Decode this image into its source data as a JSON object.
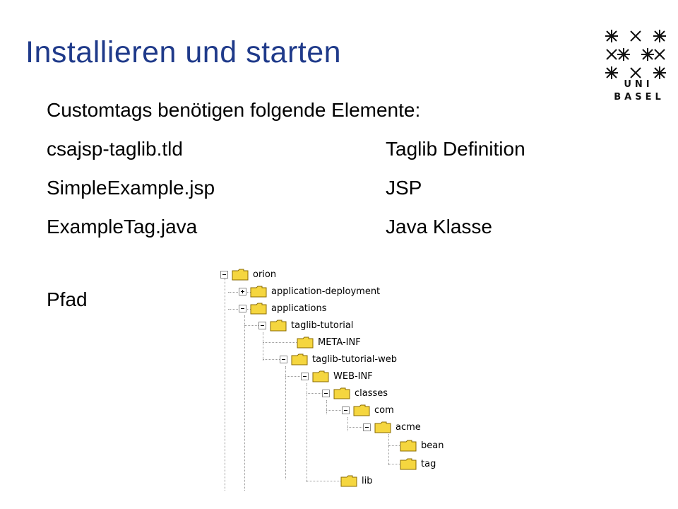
{
  "slide": {
    "title": "Installieren und starten",
    "intro": "Customtags benötigen folgende Elemente:",
    "files": [
      {
        "name": "csajsp-taglib.tld",
        "desc": "Taglib Definition"
      },
      {
        "name": "SimpleExample.jsp",
        "desc": "JSP"
      },
      {
        "name": "ExampleTag.java",
        "desc": "Java Klasse"
      }
    ],
    "path_label": "Pfad"
  },
  "logo": {
    "line1": "UNI",
    "line2": "BASEL"
  },
  "tree": {
    "nodes": [
      {
        "label": "orion",
        "expander": "minus"
      },
      {
        "label": "application-deployment",
        "expander": "plus"
      },
      {
        "label": "applications",
        "expander": "minus"
      },
      {
        "label": "taglib-tutorial",
        "expander": "minus"
      },
      {
        "label": "META-INF",
        "expander": "none"
      },
      {
        "label": "taglib-tutorial-web",
        "expander": "minus"
      },
      {
        "label": "WEB-INF",
        "expander": "minus"
      },
      {
        "label": "classes",
        "expander": "minus"
      },
      {
        "label": "com",
        "expander": "minus"
      },
      {
        "label": "acme",
        "expander": "minus"
      },
      {
        "label": "bean",
        "expander": "none"
      },
      {
        "label": "tag",
        "expander": "none"
      },
      {
        "label": "lib",
        "expander": "none"
      }
    ]
  },
  "colors": {
    "title": "#1f3a8a",
    "folder_fill": "#f5d63f",
    "folder_stroke": "#8a6b00"
  }
}
